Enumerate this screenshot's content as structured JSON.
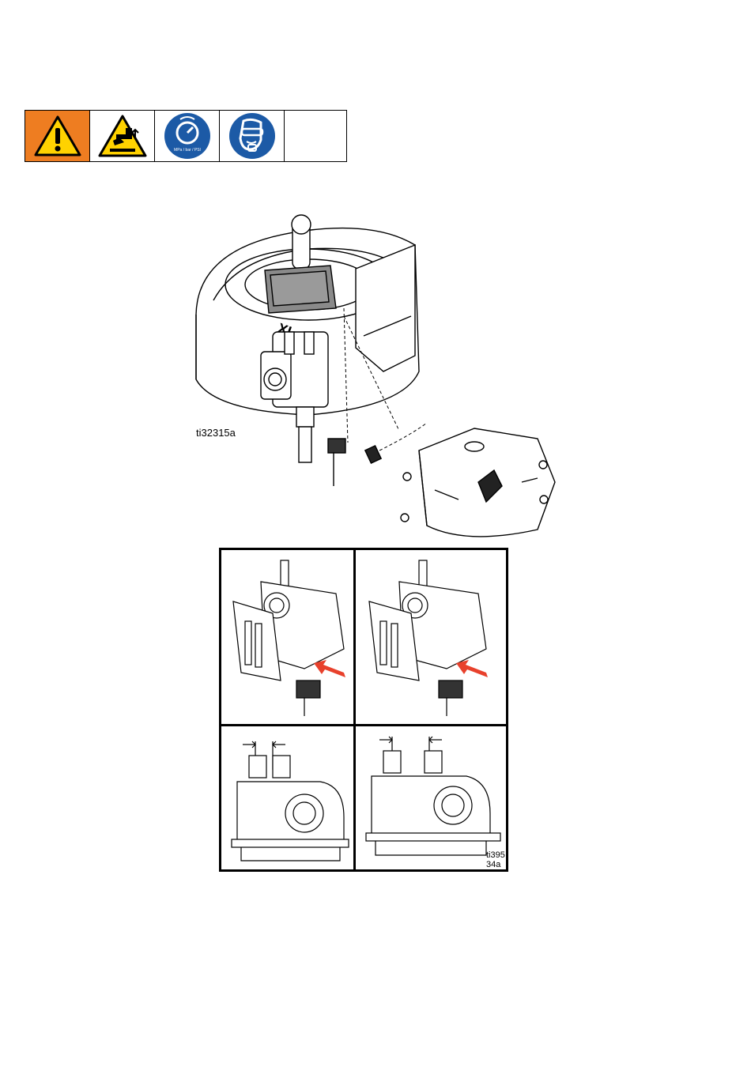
{
  "figure_labels": {
    "main": "ti32315a",
    "detail_line1": "ti395",
    "detail_line2": "34a"
  },
  "safety_symbols": [
    {
      "icon": "warning-exclamation-icon",
      "background": "#ee7d21"
    },
    {
      "icon": "crush-hazard-icon",
      "background": "#ffffff"
    },
    {
      "icon": "pressure-relief-icon",
      "background": "#ffffff"
    },
    {
      "icon": "protective-eyewear-icon",
      "background": "#ffffff"
    },
    {
      "icon": "empty-cell",
      "background": "#ffffff"
    }
  ],
  "colors": {
    "warning_orange": "#ee7d21",
    "warning_yellow": "#ffd200",
    "mandatory_blue": "#1c5aa6",
    "arrow_red": "#e8412c",
    "cover_gray": "#8a8a8a"
  },
  "pressure_icon_text": "MPa / bar / PSI"
}
